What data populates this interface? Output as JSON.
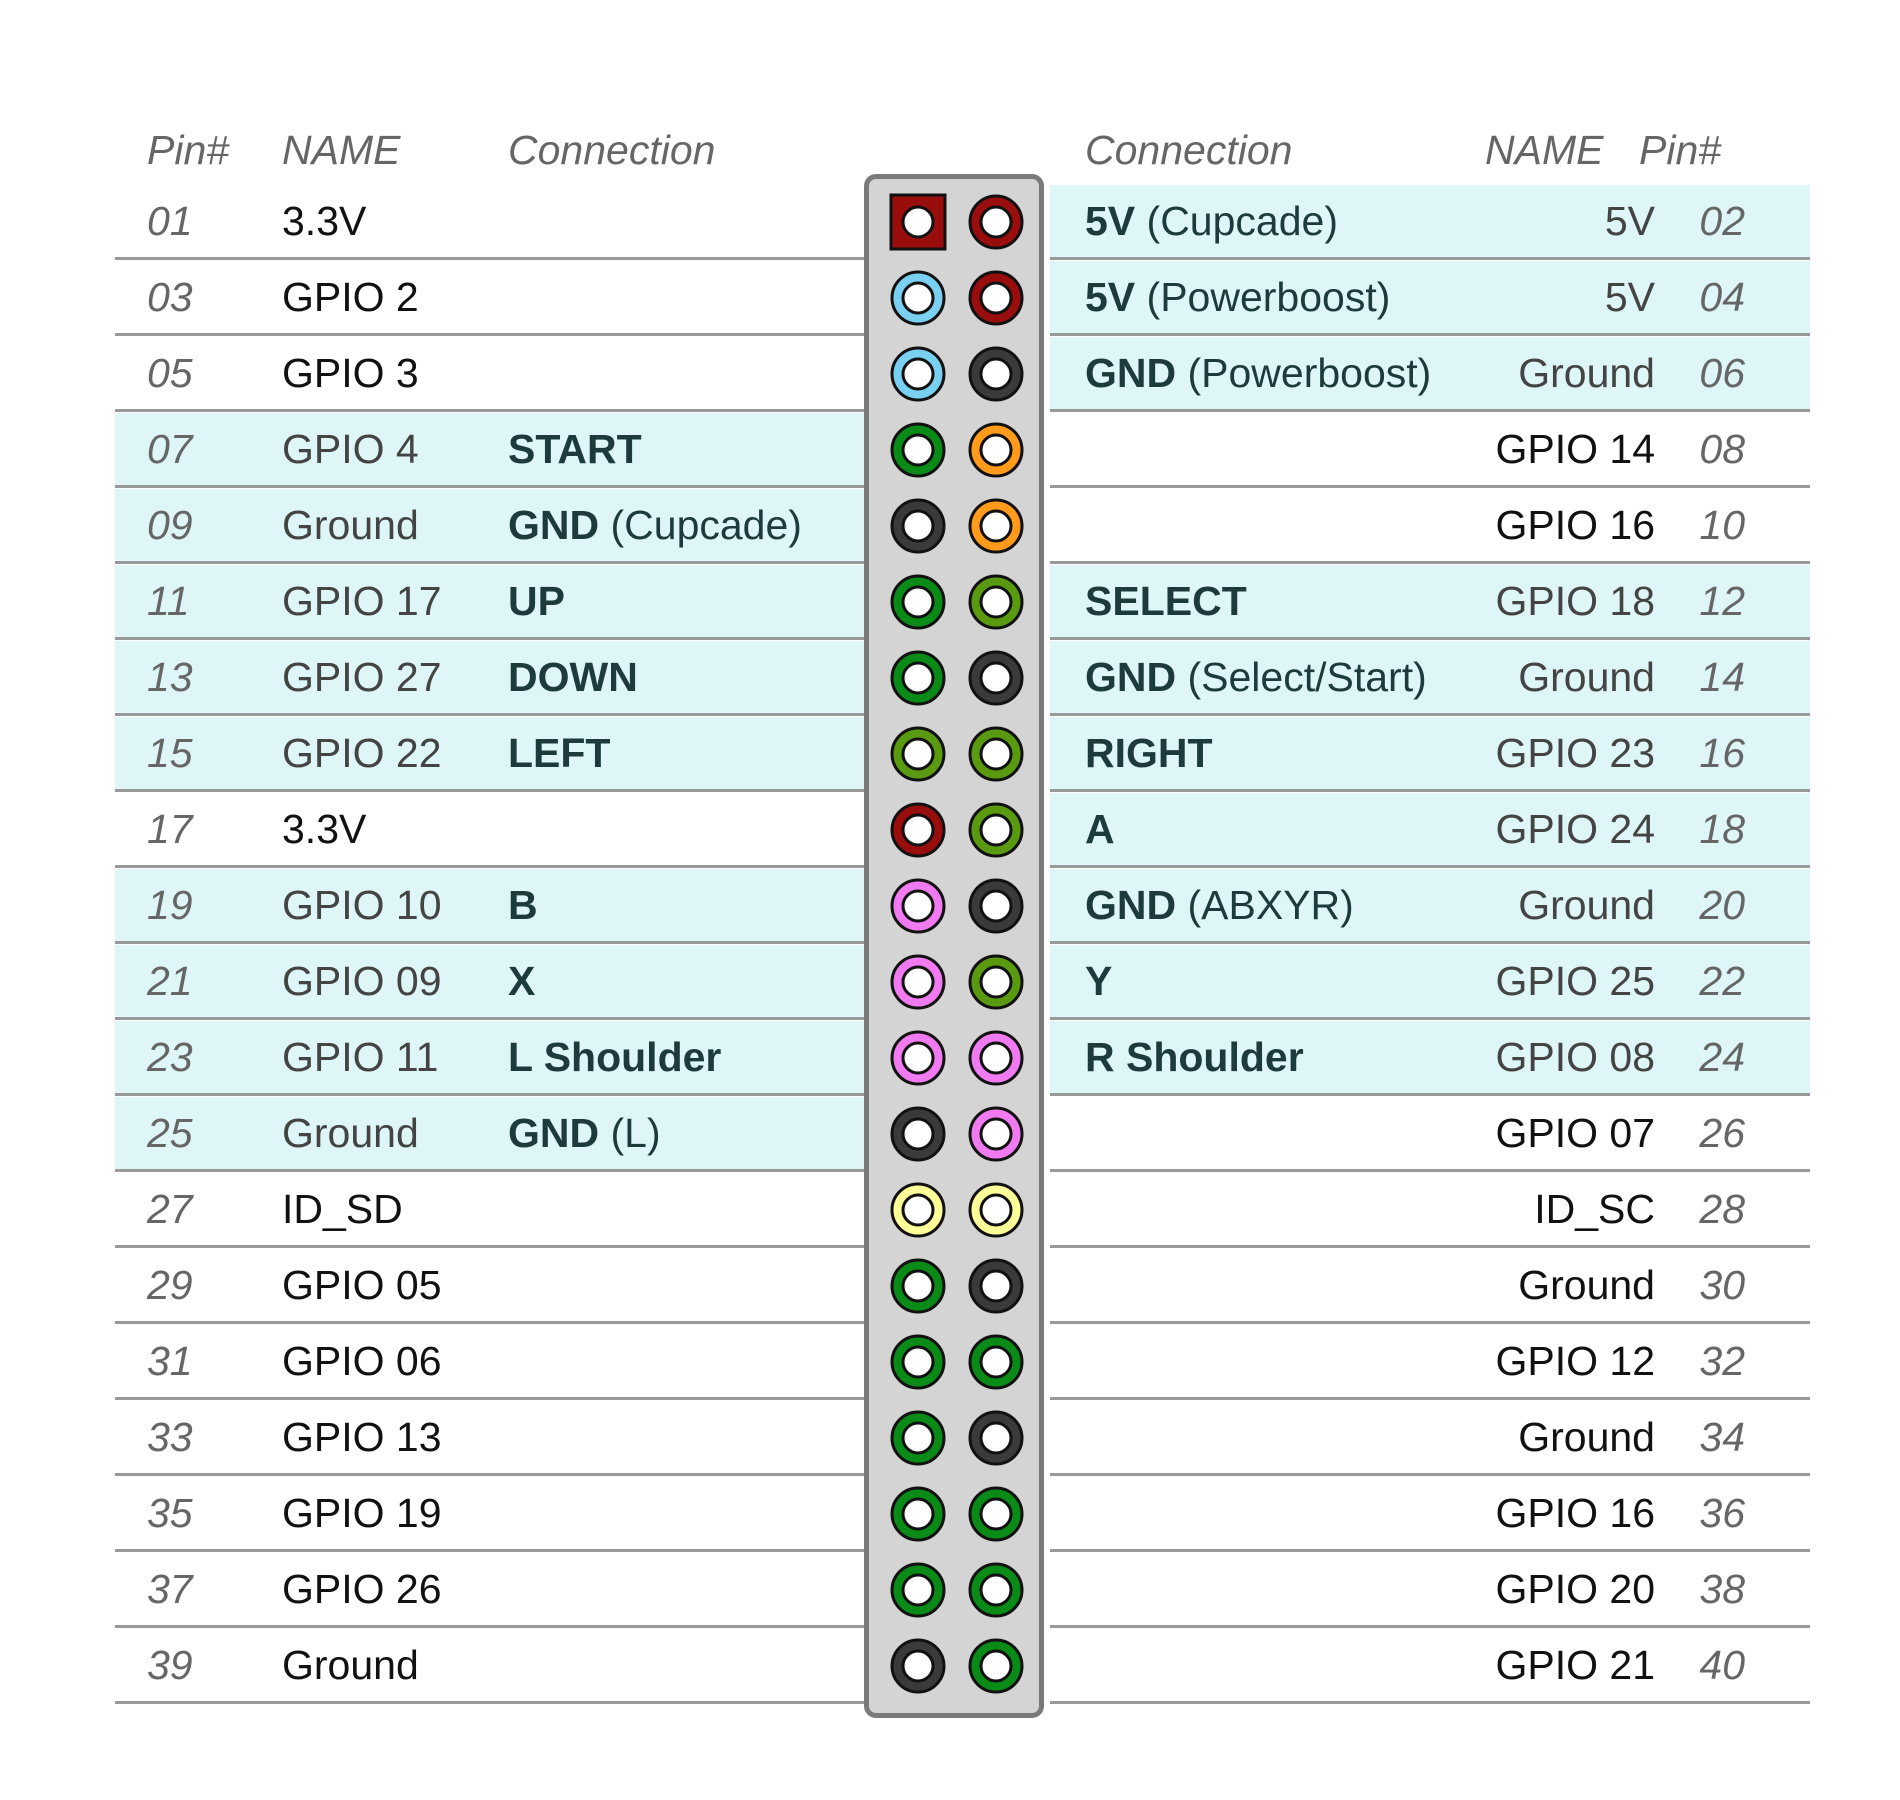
{
  "headers": {
    "left": {
      "pin": "Pin#",
      "name": "NAME",
      "connection": "Connection"
    },
    "right": {
      "connection": "Connection",
      "name": "NAME",
      "pin": "Pin#"
    }
  },
  "colors": {
    "power": "#9a0d0d",
    "i2c": "#7ad0f0",
    "ground": "#3a3a3a",
    "gpio": "#0a8a17",
    "gpio_olive": "#5a9a10",
    "uart": "#ff9a1a",
    "spi": "#f07af0",
    "eeprom": "#ffff99",
    "highlight_row": "#def6f8"
  },
  "rows": [
    {
      "left": {
        "pin": "01",
        "name": "3.3V",
        "conn_bold": "",
        "conn_rest": "",
        "color": "power",
        "square": true,
        "hl": false
      },
      "right": {
        "pin": "02",
        "name": "5V",
        "conn_bold": "5V",
        "conn_rest": " (Cupcade)",
        "color": "power",
        "hl": true
      }
    },
    {
      "left": {
        "pin": "03",
        "name": "GPIO 2",
        "conn_bold": "",
        "conn_rest": "",
        "color": "i2c",
        "hl": false
      },
      "right": {
        "pin": "04",
        "name": "5V",
        "conn_bold": "5V",
        "conn_rest": " (Powerboost)",
        "color": "power",
        "hl": true
      }
    },
    {
      "left": {
        "pin": "05",
        "name": "GPIO 3",
        "conn_bold": "",
        "conn_rest": "",
        "color": "i2c",
        "hl": false
      },
      "right": {
        "pin": "06",
        "name": "Ground",
        "conn_bold": "GND",
        "conn_rest": " (Powerboost)",
        "color": "ground",
        "hl": true
      }
    },
    {
      "left": {
        "pin": "07",
        "name": "GPIO 4",
        "conn_bold": "START",
        "conn_rest": "",
        "color": "gpio",
        "hl": true
      },
      "right": {
        "pin": "08",
        "name": "GPIO 14",
        "conn_bold": "",
        "conn_rest": "",
        "color": "uart",
        "hl": false
      }
    },
    {
      "left": {
        "pin": "09",
        "name": "Ground",
        "conn_bold": "GND",
        "conn_rest": " (Cupcade)",
        "color": "ground",
        "hl": true
      },
      "right": {
        "pin": "10",
        "name": "GPIO 16",
        "conn_bold": "",
        "conn_rest": "",
        "color": "uart",
        "hl": false
      }
    },
    {
      "left": {
        "pin": "11",
        "name": "GPIO 17",
        "conn_bold": "UP",
        "conn_rest": "",
        "color": "gpio",
        "hl": true
      },
      "right": {
        "pin": "12",
        "name": "GPIO 18",
        "conn_bold": "SELECT",
        "conn_rest": "",
        "color": "gpio_olive",
        "hl": true
      }
    },
    {
      "left": {
        "pin": "13",
        "name": "GPIO 27",
        "conn_bold": "DOWN",
        "conn_rest": "",
        "color": "gpio",
        "hl": true
      },
      "right": {
        "pin": "14",
        "name": "Ground",
        "conn_bold": "GND",
        "conn_rest": " (Select/Start)",
        "color": "ground",
        "hl": true
      }
    },
    {
      "left": {
        "pin": "15",
        "name": "GPIO 22",
        "conn_bold": "LEFT",
        "conn_rest": "",
        "color": "gpio_olive",
        "hl": true
      },
      "right": {
        "pin": "16",
        "name": "GPIO 23",
        "conn_bold": "RIGHT",
        "conn_rest": "",
        "color": "gpio_olive",
        "hl": true
      }
    },
    {
      "left": {
        "pin": "17",
        "name": "3.3V",
        "conn_bold": "",
        "conn_rest": "",
        "color": "power",
        "hl": false
      },
      "right": {
        "pin": "18",
        "name": "GPIO 24",
        "conn_bold": "A",
        "conn_rest": "",
        "color": "gpio_olive",
        "hl": true
      }
    },
    {
      "left": {
        "pin": "19",
        "name": "GPIO 10",
        "conn_bold": "B",
        "conn_rest": "",
        "color": "spi",
        "hl": true
      },
      "right": {
        "pin": "20",
        "name": "Ground",
        "conn_bold": "GND",
        "conn_rest": " (ABXYR)",
        "color": "ground",
        "hl": true
      }
    },
    {
      "left": {
        "pin": "21",
        "name": "GPIO 09",
        "conn_bold": "X",
        "conn_rest": "",
        "color": "spi",
        "hl": true
      },
      "right": {
        "pin": "22",
        "name": "GPIO 25",
        "conn_bold": "Y",
        "conn_rest": "",
        "color": "gpio_olive",
        "hl": true
      }
    },
    {
      "left": {
        "pin": "23",
        "name": "GPIO 11",
        "conn_bold": "L Shoulder",
        "conn_rest": "",
        "color": "spi",
        "hl": true
      },
      "right": {
        "pin": "24",
        "name": "GPIO 08",
        "conn_bold": "R Shoulder",
        "conn_rest": "",
        "color": "spi",
        "hl": true
      }
    },
    {
      "left": {
        "pin": "25",
        "name": "Ground",
        "conn_bold": "GND",
        "conn_rest": " (L)",
        "color": "ground",
        "hl": true
      },
      "right": {
        "pin": "26",
        "name": "GPIO 07",
        "conn_bold": "",
        "conn_rest": "",
        "color": "spi",
        "hl": false
      }
    },
    {
      "left": {
        "pin": "27",
        "name": "ID_SD",
        "conn_bold": "",
        "conn_rest": "",
        "color": "eeprom",
        "hl": false
      },
      "right": {
        "pin": "28",
        "name": "ID_SC",
        "conn_bold": "",
        "conn_rest": "",
        "color": "eeprom",
        "hl": false
      }
    },
    {
      "left": {
        "pin": "29",
        "name": "GPIO 05",
        "conn_bold": "",
        "conn_rest": "",
        "color": "gpio",
        "hl": false
      },
      "right": {
        "pin": "30",
        "name": "Ground",
        "conn_bold": "",
        "conn_rest": "",
        "color": "ground",
        "hl": false
      }
    },
    {
      "left": {
        "pin": "31",
        "name": "GPIO 06",
        "conn_bold": "",
        "conn_rest": "",
        "color": "gpio",
        "hl": false
      },
      "right": {
        "pin": "32",
        "name": "GPIO 12",
        "conn_bold": "",
        "conn_rest": "",
        "color": "gpio",
        "hl": false
      }
    },
    {
      "left": {
        "pin": "33",
        "name": "GPIO 13",
        "conn_bold": "",
        "conn_rest": "",
        "color": "gpio",
        "hl": false
      },
      "right": {
        "pin": "34",
        "name": "Ground",
        "conn_bold": "",
        "conn_rest": "",
        "color": "ground",
        "hl": false
      }
    },
    {
      "left": {
        "pin": "35",
        "name": "GPIO 19",
        "conn_bold": "",
        "conn_rest": "",
        "color": "gpio",
        "hl": false
      },
      "right": {
        "pin": "36",
        "name": "GPIO 16",
        "conn_bold": "",
        "conn_rest": "",
        "color": "gpio",
        "hl": false
      }
    },
    {
      "left": {
        "pin": "37",
        "name": "GPIO 26",
        "conn_bold": "",
        "conn_rest": "",
        "color": "gpio",
        "hl": false
      },
      "right": {
        "pin": "38",
        "name": "GPIO 20",
        "conn_bold": "",
        "conn_rest": "",
        "color": "gpio",
        "hl": false
      }
    },
    {
      "left": {
        "pin": "39",
        "name": "Ground",
        "conn_bold": "",
        "conn_rest": "",
        "color": "ground",
        "hl": false
      },
      "right": {
        "pin": "40",
        "name": "GPIO 21",
        "conn_bold": "",
        "conn_rest": "",
        "color": "gpio",
        "hl": false
      }
    }
  ]
}
